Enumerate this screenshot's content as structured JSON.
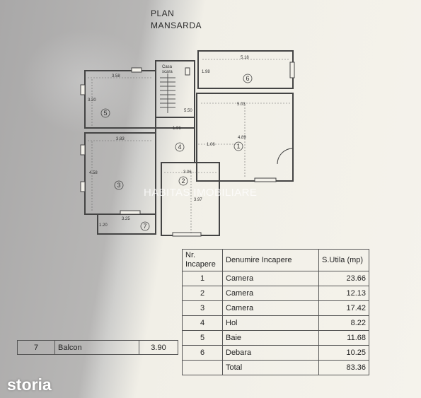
{
  "header": {
    "title": "PLAN",
    "subtitle": "MANSARDA"
  },
  "plan": {
    "stair_label_1": "Casa",
    "stair_label_2": "scara",
    "dimensions": {
      "r5_width": "3.58",
      "r5_height": "3.20",
      "stair_height": "5.50",
      "corridor": "1.96",
      "r3_width": "3.83",
      "r3_height": "4.58",
      "r6_width": "5.18",
      "r6_height": "1.98",
      "r1_width": "5.03",
      "r1_height": "4.89",
      "hall": "1.06",
      "r2_width": "3.06",
      "r2_height": "3.97",
      "balcony_width": "3.25",
      "balcony_height": "1.20"
    },
    "room_numbers": [
      "1",
      "2",
      "3",
      "4",
      "5",
      "6",
      "7"
    ]
  },
  "watermark": "HABITAS IMOBILIARE",
  "table": {
    "headers": [
      "Nr. Incapere",
      "Denumire Incapere",
      "S.Utila (mp)"
    ],
    "rows": [
      {
        "nr": "1",
        "name": "Camera",
        "area": "23.66"
      },
      {
        "nr": "2",
        "name": "Camera",
        "area": "12.13"
      },
      {
        "nr": "3",
        "name": "Camera",
        "area": "17.42"
      },
      {
        "nr": "4",
        "name": "Hol",
        "area": "8.22"
      },
      {
        "nr": "5",
        "name": "Baie",
        "area": "11.68"
      },
      {
        "nr": "6",
        "name": "Debara",
        "area": "10.25"
      }
    ],
    "total_label": "Total",
    "total_value": "83.36"
  },
  "balcony_row": {
    "nr": "7",
    "name": "Balcon",
    "area": "3.90"
  },
  "logo": "storia"
}
